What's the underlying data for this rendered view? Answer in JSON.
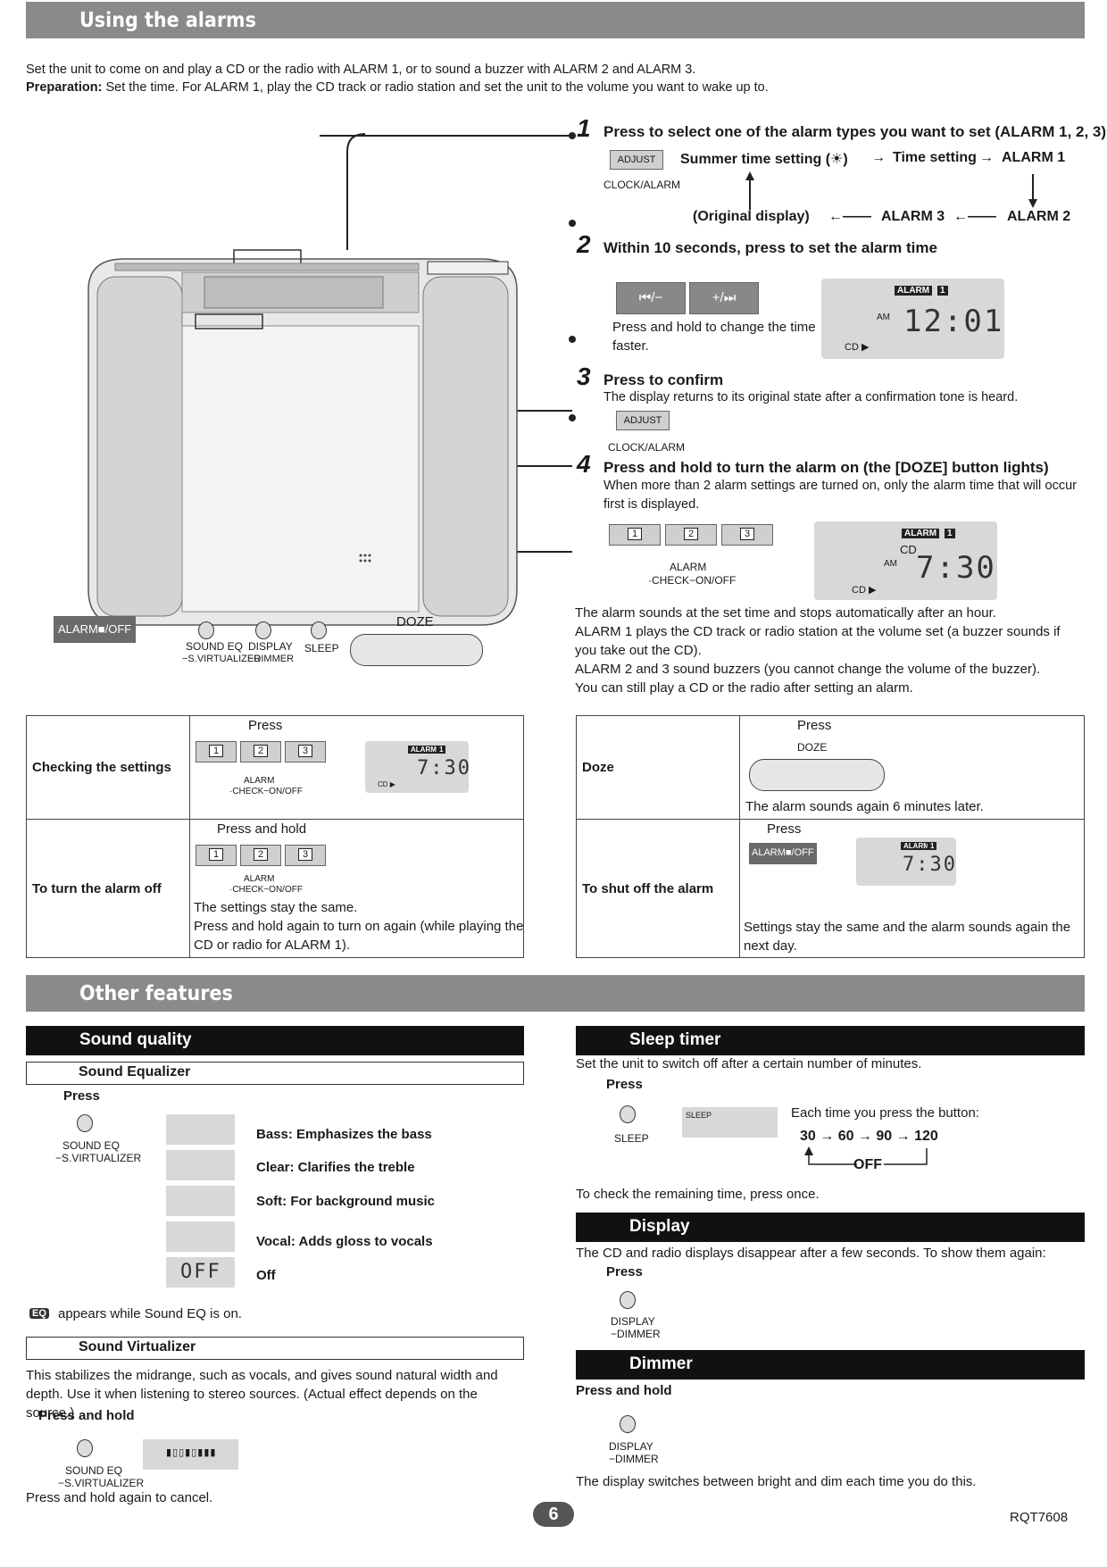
{
  "alarms": {
    "title": "Using the alarms",
    "intro": "Set the unit to come on and play a CD or the radio with ALARM 1, or to sound a buzzer with ALARM 2 and ALARM 3.",
    "prep_label": "Preparation:",
    "prep_text": "Set the time. For ALARM 1, play the CD track or radio station and set the unit to the volume you want to wake up to."
  },
  "steps": {
    "s1_num": "1",
    "s1_title": "Press to select one of the alarm types you want to set (ALARM 1, 2, 3)",
    "adjust_label": "ADJUST",
    "clock_alarm": "CLOCK/ALARM",
    "summer_time": "Summer time setting (",
    "summer_time_end": ")",
    "time_setting": "Time setting",
    "alarm1": "ALARM 1",
    "original_display": "(Original display)",
    "alarm3": "ALARM 3",
    "alarm2": "ALARM 2",
    "s2_num": "2",
    "s2_title": "Within 10 seconds, press to set the alarm time",
    "btn_prev": "⏮/−",
    "btn_next": "+/⏭",
    "press_hold_change": "Press and hold to change the time faster.",
    "lcd_alarm": "ALARM",
    "lcd_one": "1",
    "lcd_am": "AM",
    "lcd_time1": "12:01",
    "lcd_cd": "CD ▶",
    "s3_num": "3",
    "s3_title": "Press to confirm",
    "s3_text": "The display returns to its original state after a confirmation tone is heard.",
    "s4_num": "4",
    "s4_title": "Press and hold to turn the alarm on (the [DOZE] button lights)",
    "s4_text": "When more than 2 alarm settings are turned on, only the alarm time that will occur first is displayed.",
    "btn1": "1",
    "btn2": "2",
    "btn3": "3",
    "alarm_check": "ALARM",
    "check_onoff": "·CHECK−ON/OFF",
    "lcd_cd_top": "CD",
    "lcd_time2": "7:30",
    "notes": [
      "The alarm sounds at the set time and stops automatically after an hour.",
      "ALARM 1 plays the CD track or radio station at the volume set (a buzzer sounds if you take out the CD).",
      "ALARM 2 and 3 sound buzzers (you cannot change the volume of the buzzer).",
      "You can still play a CD or the radio after setting an alarm."
    ]
  },
  "device": {
    "alarm_off": "ALARM■/OFF",
    "sound_eq": "SOUND EQ",
    "s_virt": "−S.VIRTUALIZER",
    "display": "DISPLAY",
    "dimmer": "−DIMMER",
    "sleep": "SLEEP",
    "doze": "DOZE"
  },
  "table_left": {
    "row1_label": "Checking the settings",
    "row1_action": "Press",
    "row2_label": "To turn the alarm off",
    "row2_action": "Press and hold",
    "row2_text1": "The settings stay the same.",
    "row2_text2": "Press and hold again to turn on again (while playing the CD or radio for ALARM 1)."
  },
  "table_right": {
    "row1_label": "Doze",
    "row1_action": "Press",
    "row1_btn": "DOZE",
    "row1_text": "The alarm sounds again 6 minutes later.",
    "row2_label": "To shut off the alarm",
    "row2_action": "Press",
    "row2_text": "Settings stay the same and the alarm sounds again the next day."
  },
  "other": {
    "title": "Other features",
    "sound_quality": "Sound quality",
    "sound_eq_title": "Sound Equalizer",
    "press": "Press",
    "eq_items": [
      "Bass: Emphasizes the bass",
      "Clear: Clarifies the treble",
      "Soft: For background music",
      "Vocal: Adds gloss to vocals",
      "Off"
    ],
    "eq_off_display": "OFF",
    "eq_badge": "EQ",
    "eq_note": "appears while Sound EQ is on.",
    "virt_title": "Sound Virtualizer",
    "virt_text": "This stabilizes the midrange, such as vocals, and gives sound natural width and depth. Use it when listening to stereo sources. (Actual effect depends on the source.)",
    "press_hold": "Press and hold",
    "press_hold_cancel": "Press and hold again to cancel.",
    "sleep_title": "Sleep timer",
    "sleep_text": "Set the unit to switch off after a certain number of minutes.",
    "sleep_lcd": "SLEEP",
    "each_time": "Each time you press the button:",
    "sleep_seq": [
      "30",
      "60",
      "90",
      "120"
    ],
    "sleep_off": "OFF",
    "sleep_check": "To check the remaining time, press once.",
    "display_title": "Display",
    "display_text": "The CD and radio displays disappear after a few seconds. To show them again:",
    "dimmer_title": "Dimmer",
    "dimmer_text": "The display switches between bright and dim each time you do this."
  },
  "footer": {
    "page": "6",
    "code": "RQT7608"
  }
}
